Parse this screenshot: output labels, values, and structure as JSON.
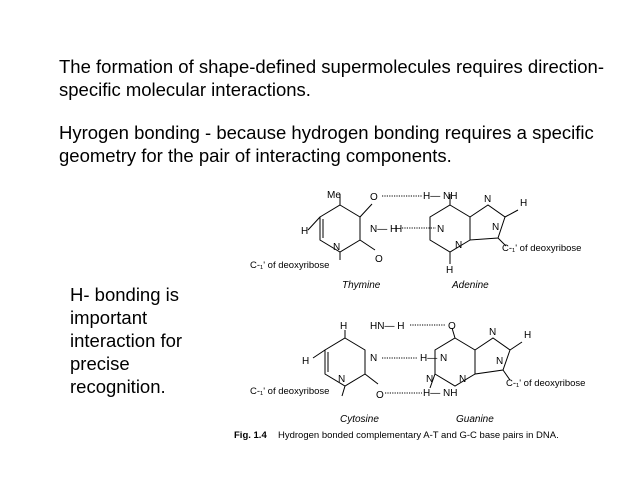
{
  "paragraphs": {
    "p1": "The formation of shape-defined supermolecules requires direction-specific molecular interactions.",
    "p2": "Hyrogen bonding - because hydrogen bonding requires a specific geometry for the pair of interacting components."
  },
  "side_note": {
    "line1": "H- bonding is",
    "line2": "important",
    "line3": "interaction for",
    "line4": "precise",
    "line5": "recognition."
  },
  "figure": {
    "top": {
      "me": "Me",
      "o1": "O",
      "h_nh": "H— NH",
      "h_left": "H",
      "n_h": "N— H",
      "h_mid": "H",
      "n1": "N",
      "n2": "N",
      "n3": "N",
      "n4": "N",
      "n5": "N",
      "h_right": "H",
      "o2": "O",
      "h_bottom": "H",
      "c1_left": "C-₁' of deoxyribose",
      "c1_right": "C-₁' of deoxyribose",
      "name_left": "Thymine",
      "name_right": "Adenine"
    },
    "bottom": {
      "h_top": "H",
      "hn_h": "HN— H",
      "o_top": "O",
      "h_left": "H",
      "n_mid": "N",
      "h_n": "H— N",
      "n1": "N",
      "n2": "N",
      "n3": "N",
      "n4": "N",
      "n5": "N",
      "h_right": "H",
      "o_bottom": "O",
      "h_nh": "H— NH",
      "c1_left": "C-₁' of deoxyribose",
      "c1_right": "C-₁' of deoxyribose",
      "name_left": "Cytosine",
      "name_right": "Guanine"
    },
    "caption_label": "Fig. 1.4",
    "caption_text": "Hydrogen bonded complementary A-T and G-C base pairs in DNA."
  }
}
